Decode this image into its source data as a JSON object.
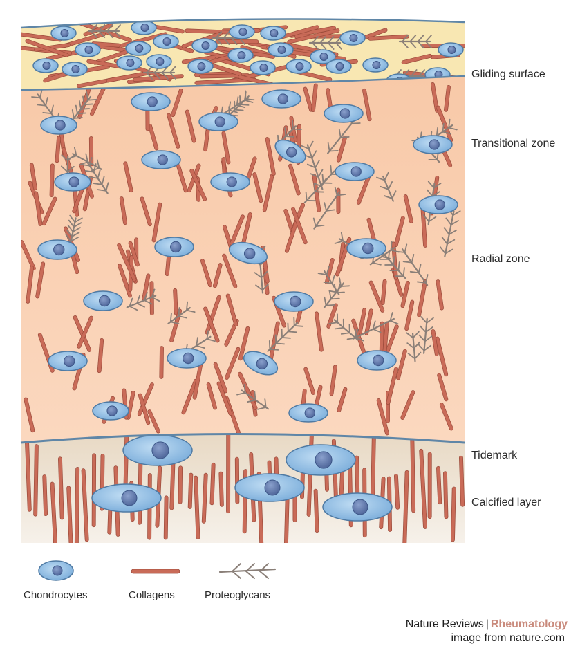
{
  "zones": {
    "gliding_surface": "Gliding surface",
    "transitional_zone": "Transitional zone",
    "radial_zone": "Radial zone",
    "tidemark": "Tidemark",
    "calcified_layer": "Calcified layer"
  },
  "legend": {
    "chondrocytes": "Chondrocytes",
    "collagens": "Collagens",
    "proteoglycans": "Proteoglycans"
  },
  "credit": {
    "publisher": "Nature Reviews",
    "separator": "|",
    "journal": "Rheumatology"
  },
  "source": "image from nature.com",
  "colors": {
    "gliding_fill": "#f8e7b2",
    "zone_fill": "#f9cfae",
    "calcified_fill": "#eee3d4",
    "membrane": "#5f86a7",
    "collagen": "#c96b58",
    "proteoglycan": "#8a7f78",
    "cell": "#7fb0dc",
    "nucleus": "#6b84b6"
  }
}
